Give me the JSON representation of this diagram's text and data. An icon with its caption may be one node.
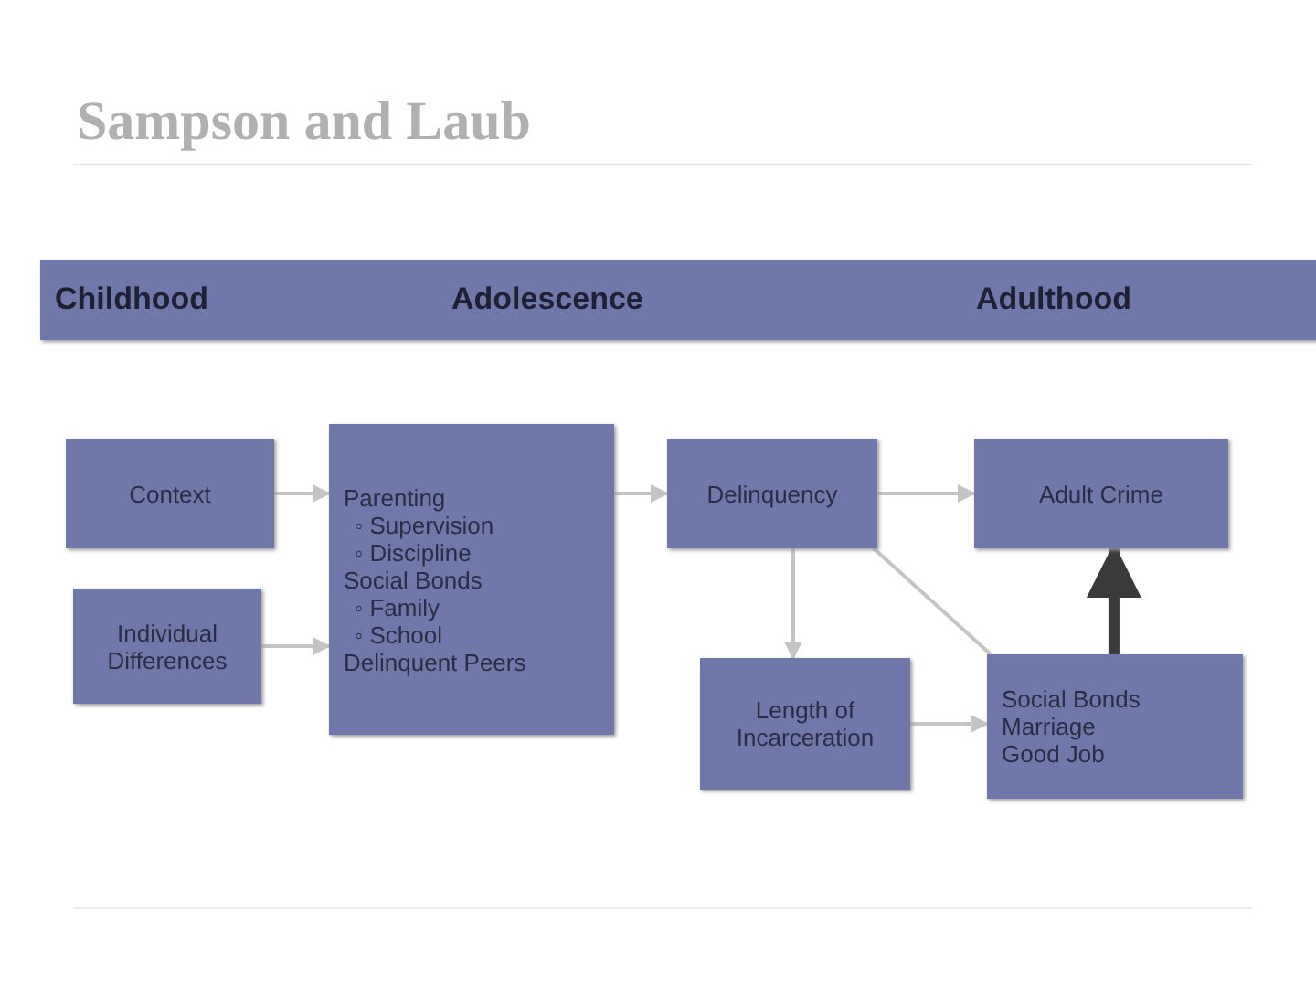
{
  "diagram": {
    "title": "Sampson and Laub",
    "nodes": [
      {
        "text": [
          "Childhood",
          "Adolescence",
          "Adulthood"
        ]
      },
      {
        "text": [
          "Context"
        ]
      },
      {
        "text": [
          "Individual Differences"
        ]
      },
      {
        "text": [
          "Parenting",
          "◦ Supervision",
          "◦ Discipline",
          "Social Bonds",
          "◦ Family",
          "◦ School",
          "Delinquent Peers"
        ]
      },
      {
        "text": [
          "Delinquency"
        ]
      },
      {
        "text": [
          "Adult Crime"
        ]
      },
      {
        "text": [
          "Length of Incarceration"
        ]
      },
      {
        "text": [
          "Social Bonds",
          "Marriage",
          "Good Job"
        ]
      }
    ],
    "edges": [
      {
        "from": 1,
        "to": 3,
        "arrow": "to"
      },
      {
        "from": 2,
        "to": 3,
        "arrow": "to"
      },
      {
        "from": 3,
        "to": 4,
        "arrow": "to"
      },
      {
        "from": 4,
        "to": 5,
        "arrow": "to"
      },
      {
        "from": 4,
        "to": 6,
        "arrow": "to"
      },
      {
        "from": 4,
        "to": 7,
        "arrow": "none"
      },
      {
        "from": 6,
        "to": 7,
        "arrow": "to"
      },
      {
        "from": 7,
        "to": 5,
        "arrow": "to",
        "style": "thick",
        "color": "#3a3a3a"
      }
    ]
  }
}
